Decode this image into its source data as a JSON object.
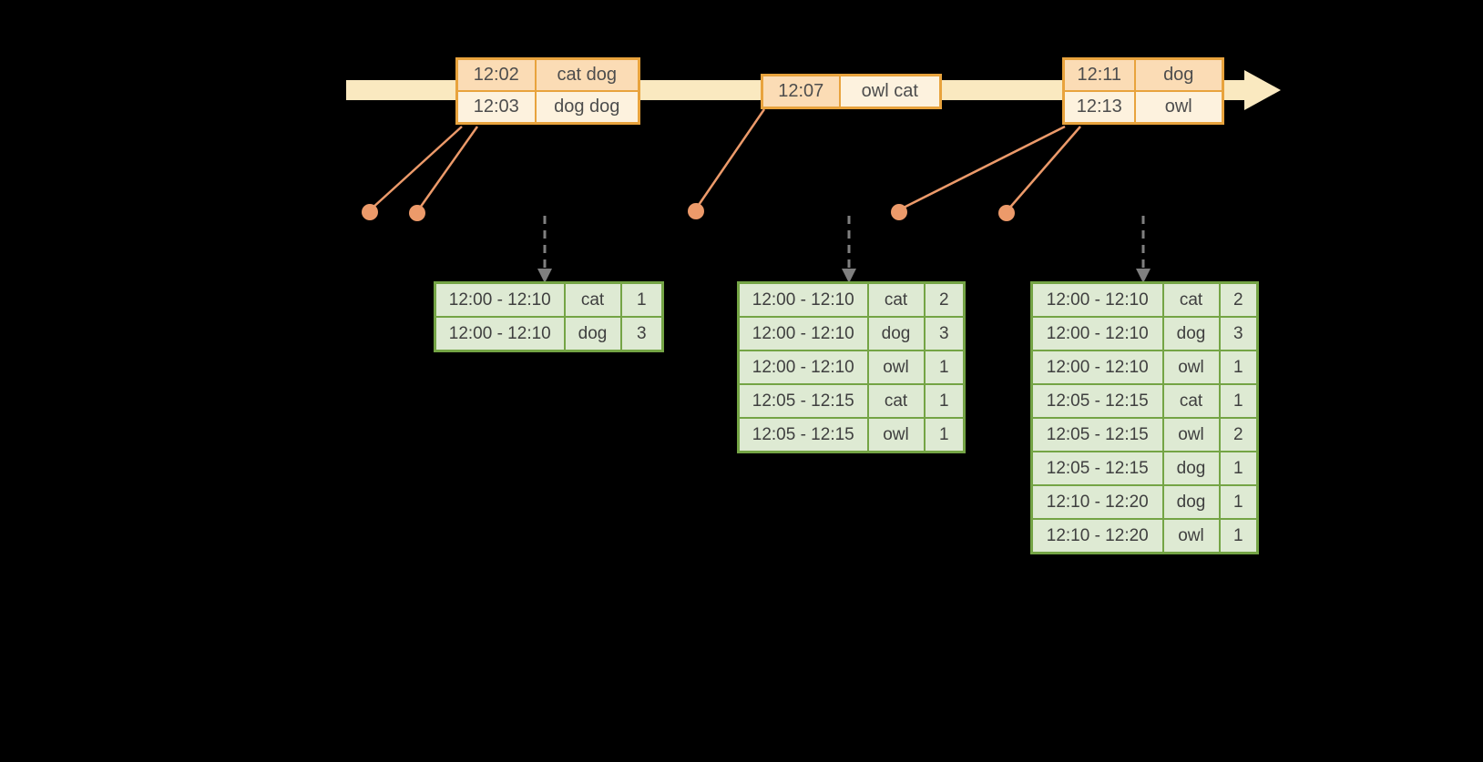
{
  "colors": {
    "background": "#000000",
    "timeline_arrow_fill": "#FAE9C0",
    "event_table_border": "#E8A33D",
    "event_cell_peach": "#FBDCB5",
    "event_cell_cream": "#FDF2DE",
    "connector_line": "#EC9A6A",
    "event_dot": "#EC9A6A",
    "trigger_arrow": "#7F7F7F",
    "result_table_border": "#74A445",
    "result_cell_fill": "#DEEAD3",
    "event_text": "#4D4D4D",
    "result_text": "#3F3F3F"
  },
  "event_tables": [
    {
      "rows": [
        {
          "time": "12:02",
          "words": "cat dog"
        },
        {
          "time": "12:03",
          "words": "dog dog"
        }
      ]
    },
    {
      "rows": [
        {
          "time": "12:07",
          "words": "owl cat"
        }
      ]
    },
    {
      "rows": [
        {
          "time": "12:11",
          "words": "dog"
        },
        {
          "time": "12:13",
          "words": "owl"
        }
      ]
    }
  ],
  "result_tables": [
    {
      "rows": [
        {
          "window": "12:00 - 12:10",
          "word": "cat",
          "count": "1"
        },
        {
          "window": "12:00 - 12:10",
          "word": "dog",
          "count": "3"
        }
      ]
    },
    {
      "rows": [
        {
          "window": "12:00 - 12:10",
          "word": "cat",
          "count": "2"
        },
        {
          "window": "12:00 - 12:10",
          "word": "dog",
          "count": "3"
        },
        {
          "window": "12:00 - 12:10",
          "word": "owl",
          "count": "1"
        },
        {
          "window": "12:05 - 12:15",
          "word": "cat",
          "count": "1"
        },
        {
          "window": "12:05 - 12:15",
          "word": "owl",
          "count": "1"
        }
      ]
    },
    {
      "rows": [
        {
          "window": "12:00 - 12:10",
          "word": "cat",
          "count": "2"
        },
        {
          "window": "12:00 - 12:10",
          "word": "dog",
          "count": "3"
        },
        {
          "window": "12:00 - 12:10",
          "word": "owl",
          "count": "1"
        },
        {
          "window": "12:05 - 12:15",
          "word": "cat",
          "count": "1"
        },
        {
          "window": "12:05 - 12:15",
          "word": "owl",
          "count": "2"
        },
        {
          "window": "12:05 - 12:15",
          "word": "dog",
          "count": "1"
        },
        {
          "window": "12:10 - 12:20",
          "word": "dog",
          "count": "1"
        },
        {
          "window": "12:10 - 12:20",
          "word": "owl",
          "count": "1"
        }
      ]
    }
  ]
}
